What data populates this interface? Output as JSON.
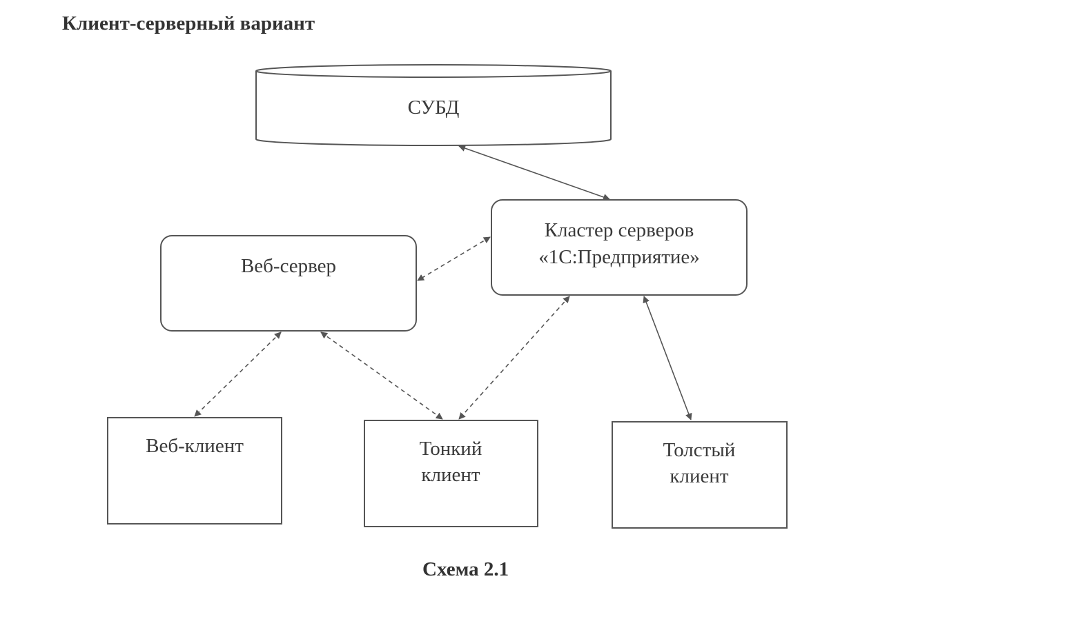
{
  "heading": "Клиент-серверный вариант",
  "caption": "Схема 2.1",
  "nodes": {
    "dbms": {
      "label": "СУБД"
    },
    "cluster": {
      "line1": "Кластер серверов",
      "line2": "«1С:Предприятие»"
    },
    "web_server": {
      "label": "Веб-сервер"
    },
    "web_client": {
      "label": "Веб-клиент"
    },
    "thin_client": {
      "line1": "Тонкий",
      "line2": "клиент"
    },
    "thick_client": {
      "line1": "Толстый",
      "line2": "клиент"
    }
  },
  "connections": [
    {
      "from": "dbms",
      "to": "cluster",
      "style": "solid",
      "arrows": "both"
    },
    {
      "from": "cluster",
      "to": "web_server",
      "style": "dashed",
      "arrows": "both"
    },
    {
      "from": "web_server",
      "to": "web_client",
      "style": "dashed",
      "arrows": "both"
    },
    {
      "from": "web_server",
      "to": "thin_client",
      "style": "dashed",
      "arrows": "both"
    },
    {
      "from": "cluster",
      "to": "thin_client",
      "style": "dashed",
      "arrows": "both"
    },
    {
      "from": "cluster",
      "to": "thick_client",
      "style": "solid",
      "arrows": "both"
    }
  ]
}
